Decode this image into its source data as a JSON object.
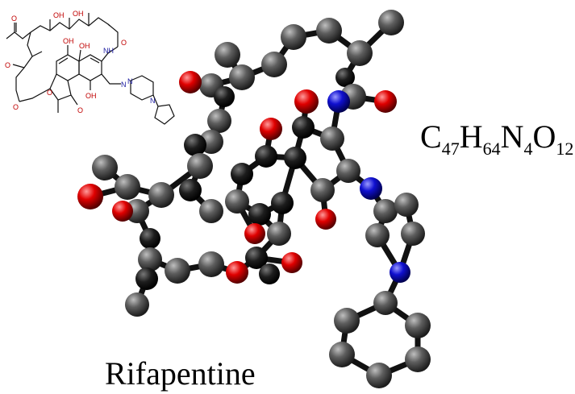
{
  "compound": {
    "name": "Rifapentine",
    "formula_parts": [
      {
        "el": "C",
        "n": "47"
      },
      {
        "el": "H",
        "n": "64"
      },
      {
        "el": "N",
        "n": "4"
      },
      {
        "el": "O",
        "n": "12"
      }
    ]
  },
  "skeletal_labels": {
    "oh": "OH",
    "o": "O",
    "n": "N",
    "nh": "N",
    "h": "H"
  },
  "colors": {
    "carbon": "#5a5a5a",
    "oxygen": "#e00000",
    "nitrogen": "#1010d0",
    "bond": "#000000",
    "skeletal_o": "#c00000",
    "skeletal_n": "#1a1aa0"
  }
}
